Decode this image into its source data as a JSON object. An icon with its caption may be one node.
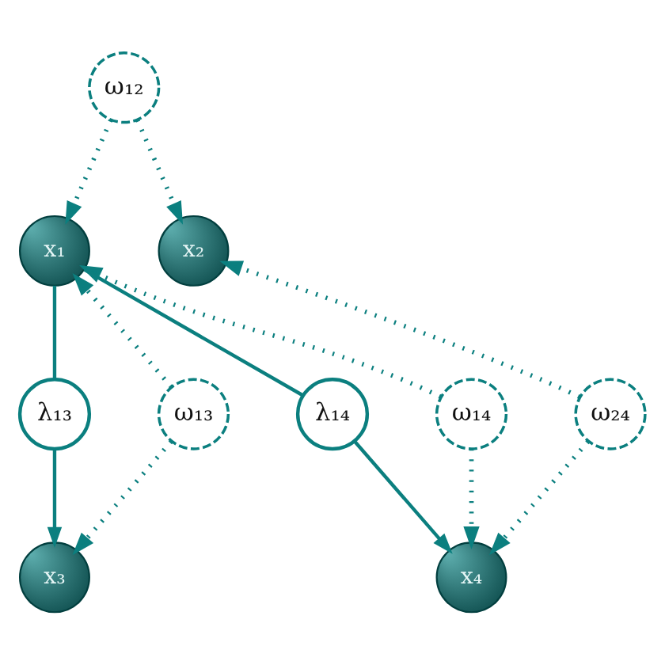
{
  "diagram": {
    "nodes": [
      {
        "text": [
          "ω₁₂"
        ]
      },
      {
        "text": [
          "x₁"
        ]
      },
      {
        "text": [
          "x₂"
        ]
      },
      {
        "text": [
          "λ₁₄"
        ]
      },
      {
        "text": [
          "λ₁₃"
        ]
      },
      {
        "text": [
          "ω₂₄"
        ]
      },
      {
        "text": [
          "ω₁₄"
        ]
      },
      {
        "text": [
          "ω₁₃"
        ]
      },
      {
        "text": [
          "x₃"
        ]
      },
      {
        "text": [
          "x₄"
        ]
      }
    ],
    "edges": [
      {
        "from": 0,
        "to": 1,
        "arrow": "to",
        "style": "dashed"
      },
      {
        "from": 0,
        "to": 2,
        "arrow": "to",
        "style": "dashed"
      },
      {
        "from": 7,
        "to": 1,
        "arrow": "to",
        "style": "dashed"
      },
      {
        "from": 7,
        "to": 8,
        "arrow": "to",
        "style": "dashed"
      },
      {
        "from": 1,
        "to": 4,
        "arrow": "none"
      },
      {
        "from": 4,
        "to": 8,
        "arrow": "to"
      },
      {
        "from": 1,
        "to": 3,
        "arrow": "none"
      },
      {
        "from": 3,
        "to": 9,
        "arrow": "to"
      },
      {
        "from": 6,
        "to": 1,
        "arrow": "to",
        "style": "dashed"
      },
      {
        "from": 6,
        "to": 9,
        "arrow": "to",
        "style": "dashed"
      },
      {
        "from": 5,
        "to": 2,
        "arrow": "to",
        "style": "dashed"
      },
      {
        "from": 5,
        "to": 9,
        "arrow": "to",
        "style": "dashed"
      }
    ]
  }
}
